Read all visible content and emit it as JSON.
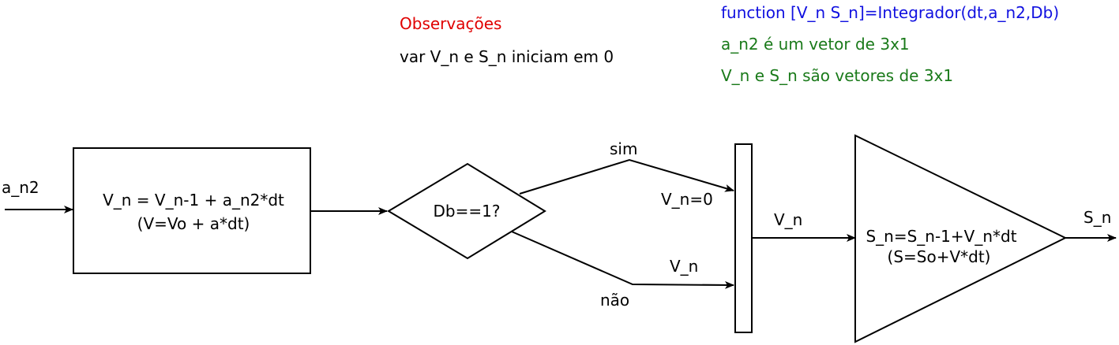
{
  "notes": {
    "title": "Observações",
    "line1": "var V_n e S_n iniciam em 0"
  },
  "function_info": {
    "signature": "function [V_n S_n]=Integrador(dt,a_n2,Db)",
    "line1": "a_n2 é um vetor de 3x1",
    "line2": "V_n e S_n são vetores de 3x1"
  },
  "diagram": {
    "input_label": "a_n2",
    "block1": {
      "line1": "V_n = V_n-1 + a_n2*dt",
      "line2": "(V=Vo + a*dt)"
    },
    "decision": "Db==1?",
    "yes_label": "sim",
    "no_label": "não",
    "yes_value": "V_n=0",
    "no_value": "V_n",
    "mux_output": "V_n",
    "block2": {
      "line1": "S_n=S_n-1+V_n*dt",
      "line2": "(S=So+V*dt)"
    },
    "output_label": "S_n"
  },
  "colors": {
    "observacoes": "#e00000",
    "function_signature": "#1010e0",
    "function_notes": "#1a7a1a"
  }
}
